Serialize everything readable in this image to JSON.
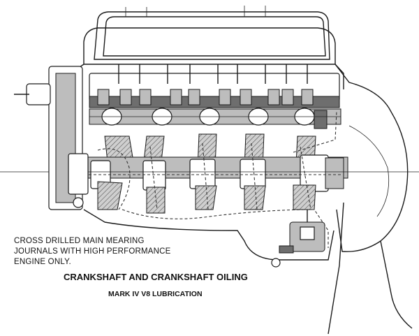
{
  "notes": {
    "line1": "CROSS DRILLED MAIN MEARING",
    "line2": "JOURNALS WITH HIGH PERFORMANCE",
    "line3": "ENGINE ONLY."
  },
  "title": "CRANKSHAFT AND CRANKSHAFT OILING",
  "subtitle": "MARK IV V8 LUBRICATION"
}
